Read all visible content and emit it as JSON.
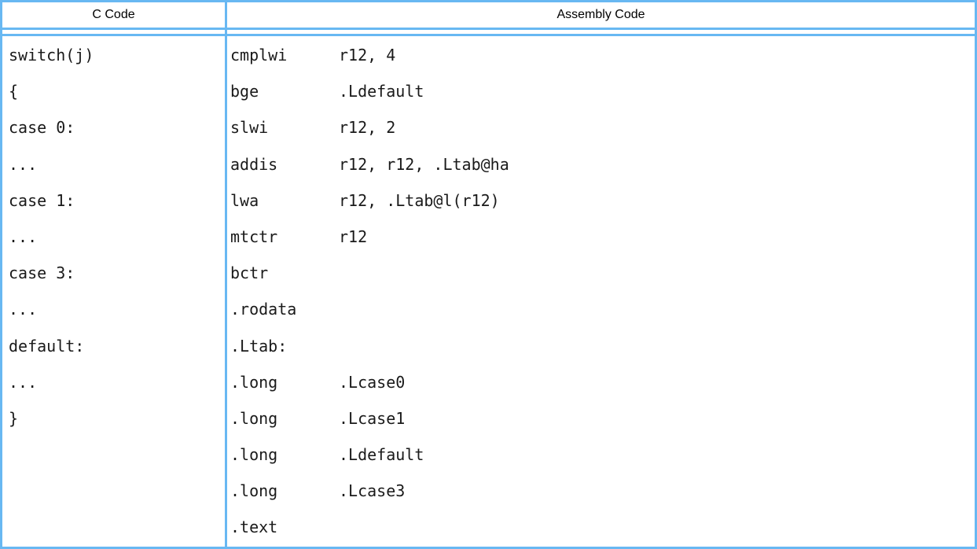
{
  "table": {
    "headers": {
      "c_code": "C Code",
      "assembly_code": "Assembly Code"
    },
    "c_code_lines": [
      "switch(j)",
      "{",
      "case 0:",
      "...",
      "case 1:",
      "...",
      "case 3:",
      "...",
      "default:",
      "...",
      "}"
    ],
    "assembly_lines": [
      {
        "mnemonic": "cmplwi",
        "operands": "r12, 4"
      },
      {
        "mnemonic": "bge",
        "operands": ".Ldefault"
      },
      {
        "mnemonic": "slwi",
        "operands": "r12, 2"
      },
      {
        "mnemonic": "addis",
        "operands": "r12, r12, .Ltab@ha"
      },
      {
        "mnemonic": "lwa",
        "operands": "r12, .Ltab@l(r12)"
      },
      {
        "mnemonic": "mtctr",
        "operands": "r12"
      },
      {
        "mnemonic": "bctr",
        "operands": ""
      },
      {
        "mnemonic": ".rodata",
        "operands": ""
      },
      {
        "mnemonic": ".Ltab:",
        "operands": ""
      },
      {
        "mnemonic": ".long",
        "operands": ".Lcase0"
      },
      {
        "mnemonic": ".long",
        "operands": ".Lcase1"
      },
      {
        "mnemonic": ".long",
        "operands": ".Ldefault"
      },
      {
        "mnemonic": ".long",
        "operands": ".Lcase3"
      },
      {
        "mnemonic": ".text",
        "operands": ""
      }
    ],
    "colors": {
      "border": "#68b8f2",
      "text": "#1a1a1a",
      "background": "#ffffff"
    }
  }
}
